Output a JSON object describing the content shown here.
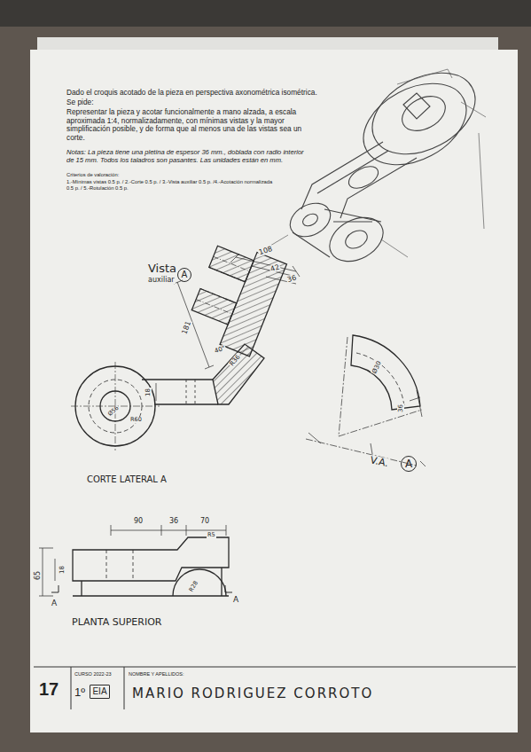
{
  "diagram": {
    "nodes": [
      {
        "text": [
          "A"
        ]
      },
      {
        "text": [
          "A"
        ]
      },
      {
        "text": [
          "EIA"
        ]
      }
    ],
    "labels": [
      "Dado el croquis acotado de la pieza en perspectiva axonométrica isométrica.",
      "Se pide:",
      "Representar la pieza y acotar funcionalmente a mano alzada, a escala aproximada 1:4, normalizadamente, con mínimas vistas y la mayor simplificación posible, y de forma que al menos una de las vistas sea un corte.",
      "Notas: La pieza tiene una pletina de espesor 36 mm., doblada con radio interior de 15 mm. Todos los taladros son pasantes. Las unidades están en mm.",
      "Criterios de valoración:",
      "1.-Mínimas vistas 0.5 p. / 2.-Corte 0.5 p. / 3.-Vista auxiliar 0.5 p. /4.-Acotación normalizada 0.5 p. / 5.-Rotulación 0.5 p.",
      "Vista",
      "auxiliar",
      "108",
      "42",
      "36",
      "181",
      "40°",
      "R36",
      "18",
      "Ø56",
      "R60",
      "CORTE LATERAL A",
      "Ø30",
      "36",
      "V.A.",
      "90",
      "36",
      "70",
      "R5",
      "65",
      "18",
      "R28",
      "A",
      "A",
      "PLANTA SUPERIOR",
      "17",
      "CURSO 2022-23",
      "1º",
      "NOMBRE Y APELLIDOS:",
      "MARIO RODRIGUEZ CORROTO"
    ]
  }
}
